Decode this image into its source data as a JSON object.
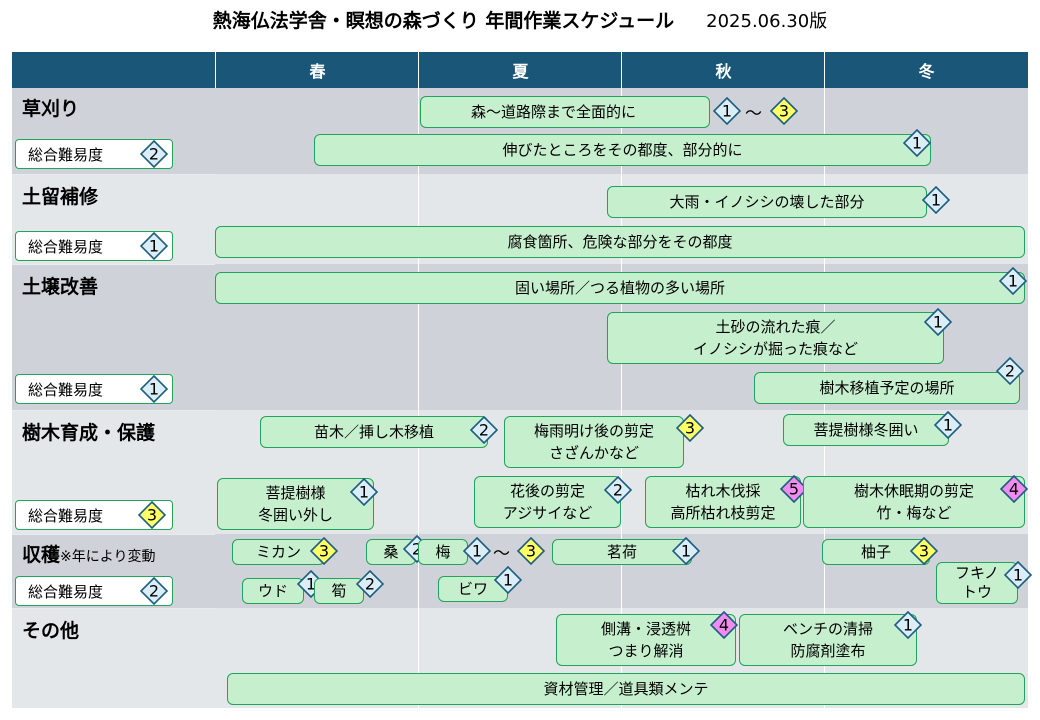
{
  "title": {
    "main": "熱海仏法学舎・瞑想の森づくり 年間作業スケジュール",
    "version": "2025.06.30版"
  },
  "seasons": [
    "春",
    "夏",
    "秋",
    "冬"
  ],
  "difficulty_label": "総合難易度",
  "colors": {
    "header_bg": "#1a5678",
    "task_fill": "#c6efce",
    "task_border": "#22a35a",
    "badge_blue": "#dbeef8",
    "badge_yellow": "#ffff66",
    "badge_pink": "#f08cf0"
  },
  "categories": [
    {
      "name": "草刈り",
      "difficulty": "2",
      "tasks": [
        {
          "text": "森〜道路際まで全面的に",
          "level": "1",
          "level2": "3"
        },
        {
          "text": "伸びたところをその都度、部分的に",
          "level": "1"
        }
      ]
    },
    {
      "name": "土留補修",
      "difficulty": "1",
      "tasks": [
        {
          "text": "大雨・イノシシの壊した部分",
          "level": "1"
        },
        {
          "text": "腐食箇所、危険な部分をその都度"
        }
      ]
    },
    {
      "name": "土壌改善",
      "difficulty": "1",
      "tasks": [
        {
          "text": "固い場所／つる植物の多い場所",
          "level": "1"
        },
        {
          "line1": "土砂の流れた痕／",
          "line2": "イノシシが掘った痕など",
          "level": "1"
        },
        {
          "text": "樹木移植予定の場所",
          "level": "2"
        }
      ]
    },
    {
      "name": "樹木育成・保護",
      "difficulty": "3",
      "tasks": [
        {
          "text": "苗木／挿し木移植",
          "level": "2"
        },
        {
          "line1": "梅雨明け後の剪定",
          "line2": "さざんかなど",
          "level": "3"
        },
        {
          "text": "菩提樹様冬囲い",
          "level": "1"
        },
        {
          "line1": "菩提樹様",
          "line2": "冬囲い外し",
          "level": "1"
        },
        {
          "line1": "花後の剪定",
          "line2": "アジサイなど",
          "level": "2"
        },
        {
          "line1": "枯れ木伐採",
          "line2": "高所枯れ枝剪定",
          "level": "5"
        },
        {
          "line1": "樹木休眠期の剪定",
          "line2": "竹・梅など",
          "level": "4"
        }
      ]
    },
    {
      "name": "収穫",
      "note": "※年により変動",
      "difficulty": "2",
      "tasks": [
        {
          "text": "ミカン",
          "level": "3"
        },
        {
          "text": "桑",
          "level": "2"
        },
        {
          "text": "梅",
          "level": "1",
          "level2": "3"
        },
        {
          "text": "茗荷",
          "level": "1"
        },
        {
          "text": "柚子",
          "level": "3"
        },
        {
          "text": "ウド",
          "level": "1"
        },
        {
          "text": "筍",
          "level": "2"
        },
        {
          "text": "ビワ",
          "level": "1"
        },
        {
          "line1": "フキノ",
          "line2": "トウ",
          "level": "1"
        }
      ]
    },
    {
      "name": "その他",
      "tasks": [
        {
          "line1": "側溝・浸透桝",
          "line2": "つまり解消",
          "level": "4"
        },
        {
          "line1": "ベンチの清掃",
          "line2": "防腐剤塗布",
          "level": "1"
        },
        {
          "text": "資材管理／道具類メンテ"
        }
      ]
    }
  ],
  "tilde": "〜"
}
